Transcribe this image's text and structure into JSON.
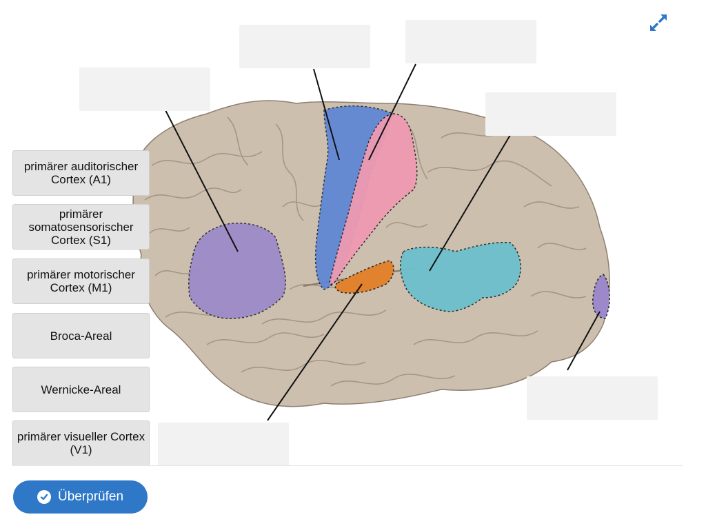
{
  "labels": [
    "primärer auditorischer Cortex (A1)",
    "primärer somatosensorischer Cortex (S1)",
    "primärer motorischer Cortex (M1)",
    "Broca-Areal",
    "Wernicke-Areal",
    "primärer visueller Cortex (V1)"
  ],
  "check_button": {
    "label": "Überprüfen",
    "icon": "check-circle-icon"
  },
  "expand_icon": "expand-icon",
  "colors": {
    "button": "#2f78c8",
    "brain": "#cdbfae",
    "purple_region": "#9b89c9",
    "blue_region": "#5a85d6",
    "pink_region": "#ee9ab2",
    "orange_region": "#e0822e",
    "teal_region": "#6cc0cc"
  }
}
